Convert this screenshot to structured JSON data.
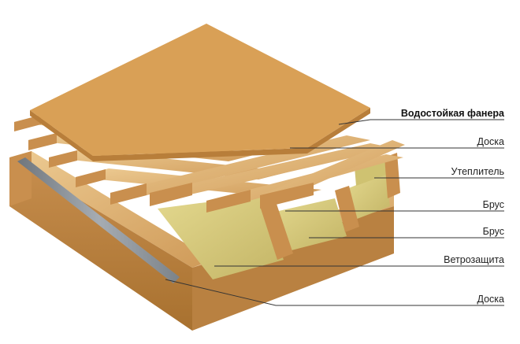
{
  "labels": [
    {
      "id": "plywood",
      "text": "Водостойкая фанера",
      "bold": true
    },
    {
      "id": "board-top",
      "text": "Доска"
    },
    {
      "id": "insulation",
      "text": "Утеплитель"
    },
    {
      "id": "beam-upper",
      "text": "Брус"
    },
    {
      "id": "beam-lower",
      "text": "Брус"
    },
    {
      "id": "wind-barrier",
      "text": "Ветрозащита"
    },
    {
      "id": "board-bottom",
      "text": "Доска"
    }
  ],
  "colors": {
    "plywood": "#D9A056",
    "plywood_edge": "#B87E3A",
    "wood_light": "#E8C48A",
    "wood_mid": "#D6A25E",
    "wood_dark": "#B47A3C",
    "end_grain": "#C98F4E",
    "insulation": "#D9CD7E",
    "insulation_dark": "#BFB062",
    "membrane": "#8E949A",
    "leader": "#333333"
  }
}
